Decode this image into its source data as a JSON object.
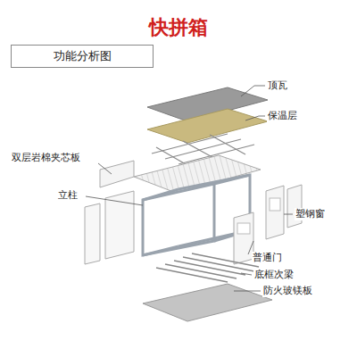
{
  "diagram": {
    "title": "快拼箱",
    "nodes": [
      {
        "text": [
          "功能分析图"
        ]
      }
    ],
    "labels": [
      "顶瓦",
      "保温层",
      "双层岩棉夹芯板",
      "立柱",
      "塑钢窗",
      "普通门",
      "底框次梁",
      "防火玻镁板"
    ]
  }
}
